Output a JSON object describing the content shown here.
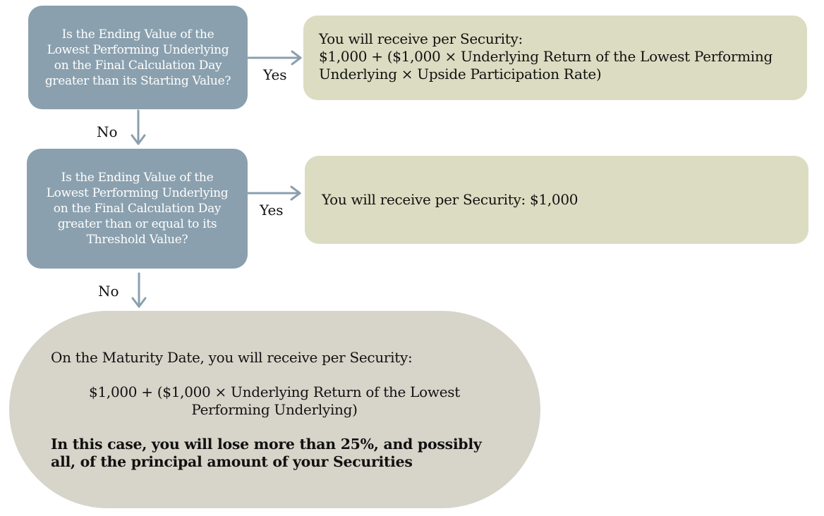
{
  "colors": {
    "question_box": "#8aa0ae",
    "result_box": "#dcdcc2",
    "outcome_box": "#d7d4c9",
    "arrow": "#8aa0ae"
  },
  "question1": "Is the Ending Value of the Lowest Performing Underlying on the Final Calculation Day greater than its Starting Value?",
  "question2": "Is the Ending Value of the Lowest Performing Underlying on the Final Calculation Day greater than or equal to its Threshold Value?",
  "result1": {
    "line1": "You will receive per Security:",
    "line2": "$1,000 + ($1,000 × Underlying Return of the Lowest Performing Underlying × Upside Participation Rate)"
  },
  "result2": "You will receive per Security: $1,000",
  "labels": {
    "yes": "Yes",
    "no": "No"
  },
  "outcome": {
    "line1": "On the Maturity Date, you will receive per Security:",
    "formula": "$1,000 + ($1,000 × Underlying Return of the Lowest Performing Underlying)",
    "warning": "In this case, you will lose more than 25%, and possibly all, of the principal amount of your Securities"
  }
}
